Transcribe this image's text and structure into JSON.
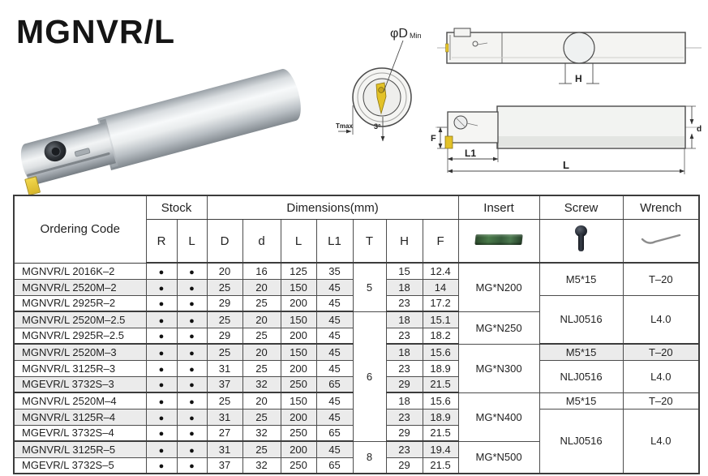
{
  "page": {
    "title": "MGNVR/L"
  },
  "colors": {
    "insert_yellow": "#e3c228",
    "insert_green": "#3f5f3f",
    "row_stripe": "#ebebeb",
    "table_border": "#4d4d4d"
  },
  "drawing": {
    "labels": {
      "phi_d": "φD",
      "min": "Min",
      "tmax": "Tmax",
      "angle": "3°",
      "h": "H",
      "f": "F",
      "l1": "L1",
      "l": "L",
      "d": "d"
    }
  },
  "table": {
    "headers": {
      "ordering_code": "Ordering Code",
      "stock": "Stock",
      "dimensions": "Dimensions(mm)",
      "insert": "Insert",
      "screw": "Screw",
      "wrench": "Wrench",
      "sub": [
        "R",
        "L",
        "D",
        "d",
        "L",
        "L1",
        "T",
        "H",
        "F"
      ]
    },
    "stock_dot": "●",
    "rows": [
      {
        "code": "MGNVR/L 2016K–2",
        "D": "20",
        "d": "16",
        "L": "125",
        "L1": "35",
        "H": "15",
        "F": "12.4"
      },
      {
        "code": "MGNVR/L 2520M–2",
        "D": "25",
        "d": "20",
        "L": "150",
        "L1": "45",
        "H": "18",
        "F": "14"
      },
      {
        "code": "MGNVR/L 2925R–2",
        "D": "29",
        "d": "25",
        "L": "200",
        "L1": "45",
        "H": "23",
        "F": "17.2"
      },
      {
        "code": "MGNVR/L 2520M–2.5",
        "D": "25",
        "d": "20",
        "L": "150",
        "L1": "45",
        "H": "18",
        "F": "15.1"
      },
      {
        "code": "MGNVR/L 2925R–2.5",
        "D": "29",
        "d": "25",
        "L": "200",
        "L1": "45",
        "H": "23",
        "F": "18.2"
      },
      {
        "code": "MGNVR/L 2520M–3",
        "D": "25",
        "d": "20",
        "L": "150",
        "L1": "45",
        "H": "18",
        "F": "15.6"
      },
      {
        "code": "MGNVR/L 3125R–3",
        "D": "31",
        "d": "25",
        "L": "200",
        "L1": "45",
        "H": "23",
        "F": "18.9"
      },
      {
        "code": "MGEVR/L 3732S–3",
        "D": "37",
        "d": "32",
        "L": "250",
        "L1": "65",
        "H": "29",
        "F": "21.5"
      },
      {
        "code": "MGNVR/L 2520M–4",
        "D": "25",
        "d": "20",
        "L": "150",
        "L1": "45",
        "H": "18",
        "F": "15.6"
      },
      {
        "code": "MGNVR/L 3125R–4",
        "D": "31",
        "d": "25",
        "L": "200",
        "L1": "45",
        "H": "23",
        "F": "18.9"
      },
      {
        "code": "MGEVR/L 3732S–4",
        "D": "27",
        "d": "32",
        "L": "250",
        "L1": "65",
        "H": "29",
        "F": "21.5"
      },
      {
        "code": "MGNVR/L 3125R–5",
        "D": "31",
        "d": "25",
        "L": "200",
        "L1": "45",
        "H": "23",
        "F": "19.4"
      },
      {
        "code": "MGEVR/L 3732S–5",
        "D": "37",
        "d": "32",
        "L": "250",
        "L1": "65",
        "H": "29",
        "F": "21.5"
      }
    ],
    "t_groups": [
      "5",
      "6",
      "8"
    ],
    "insert_groups": [
      "MG*N200",
      "MG*N250",
      "MG*N300",
      "MG*N400",
      "MG*N500"
    ],
    "screw_wrench_groups": [
      {
        "screw": "M5*15",
        "wrench": "T–20"
      },
      {
        "screw": "NLJ0516",
        "wrench": "L4.0"
      },
      {
        "screw": "M5*15",
        "wrench": "T–20"
      },
      {
        "screw": "NLJ0516",
        "wrench": "L4.0"
      },
      {
        "screw": "M5*15",
        "wrench": "T–20"
      },
      {
        "screw": "NLJ0516",
        "wrench": "L4.0"
      }
    ]
  }
}
